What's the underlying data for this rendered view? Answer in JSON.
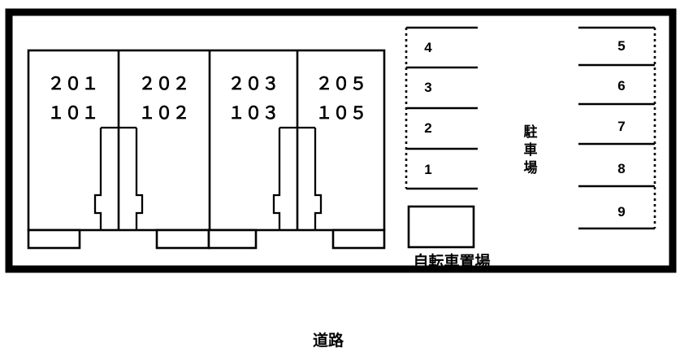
{
  "plan": {
    "title_road": "道路",
    "parking_label": "駐車場",
    "bicycle_label": "自転車置場",
    "colors": {
      "outline": "#000000",
      "background": "#ffffff",
      "text": "#000000"
    },
    "building": {
      "units": [
        {
          "upper": "２０１",
          "lower": "１０１"
        },
        {
          "upper": "２０２",
          "lower": "１０２"
        },
        {
          "upper": "２０３",
          "lower": "１０３"
        },
        {
          "upper": "２０５",
          "lower": "１０５"
        }
      ]
    },
    "parking": {
      "left_column": [
        "4",
        "3",
        "2",
        "1"
      ],
      "right_column": [
        "5",
        "6",
        "7",
        "8",
        "9"
      ]
    }
  }
}
